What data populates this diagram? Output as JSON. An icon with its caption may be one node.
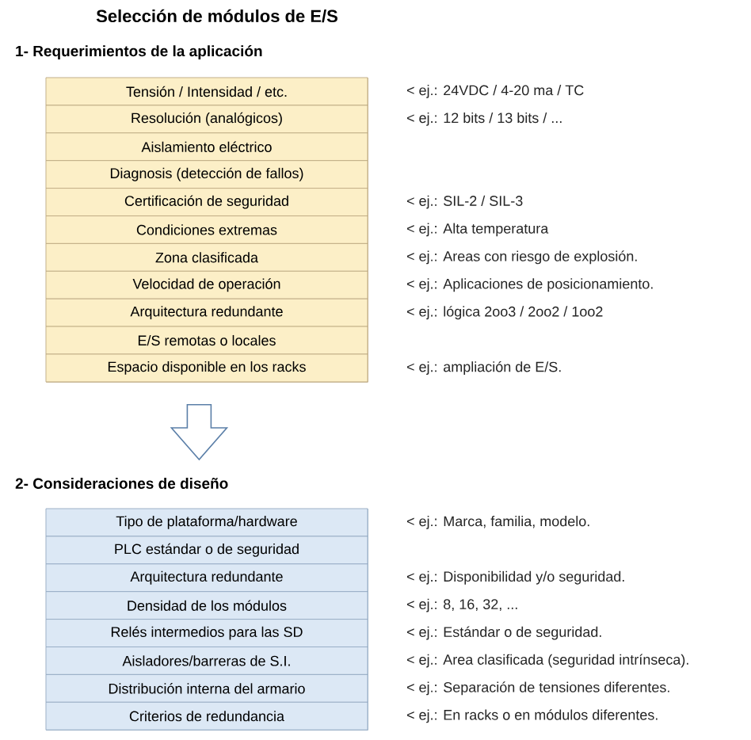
{
  "diagram": {
    "title": "Selección de módulos de E/S",
    "nodes": [
      {
        "text": [
          "1- Requerimientos de la aplicación"
        ]
      },
      {
        "text": [
          "Tensión / Intensidad / etc."
        ],
        "in": 0,
        "beside": [
          "< ej.: 24VDC / 4-20 ma / TC"
        ]
      },
      {
        "text": [
          "Resolución (analógicos)"
        ],
        "in": 0,
        "beside": [
          "< ej.: 12 bits / 13 bits / ..."
        ]
      },
      {
        "text": [
          "Aislamiento eléctrico"
        ],
        "in": 0
      },
      {
        "text": [
          "Diagnosis (detección de fallos)"
        ],
        "in": 0
      },
      {
        "text": [
          "Certificación de seguridad"
        ],
        "in": 0,
        "beside": [
          "< ej.: SIL-2 / SIL-3"
        ]
      },
      {
        "text": [
          "Condiciones extremas"
        ],
        "in": 0,
        "beside": [
          "< ej.: Alta temperatura"
        ]
      },
      {
        "text": [
          "Zona clasificada"
        ],
        "in": 0,
        "beside": [
          "< ej.: Areas con riesgo de explosión."
        ]
      },
      {
        "text": [
          "Velocidad de operación"
        ],
        "in": 0,
        "beside": [
          "< ej.: Aplicaciones de posicionamiento."
        ]
      },
      {
        "text": [
          "Arquitectura redundante"
        ],
        "in": 0,
        "beside": [
          "< ej.: lógica 2oo3 / 2oo2 / 1oo2"
        ]
      },
      {
        "text": [
          "E/S remotas o locales"
        ],
        "in": 0
      },
      {
        "text": [
          "Espacio disponible en los racks"
        ],
        "in": 0,
        "beside": [
          "< ej.: ampliación de E/S."
        ]
      },
      {
        "text": [
          "2- Consideraciones de diseño"
        ]
      },
      {
        "text": [
          "Tipo de plataforma/hardware"
        ],
        "in": 12,
        "beside": [
          "< ej.: Marca, familia, modelo."
        ]
      },
      {
        "text": [
          "PLC estándar o de seguridad"
        ],
        "in": 12
      },
      {
        "text": [
          "Arquitectura redundante"
        ],
        "in": 12,
        "beside": [
          "< ej.: Disponibilidad y/o seguridad."
        ]
      },
      {
        "text": [
          "Densidad de los módulos"
        ],
        "in": 12,
        "beside": [
          "< ej.: 8, 16, 32, ..."
        ]
      },
      {
        "text": [
          "Relés intermedios para las SD"
        ],
        "in": 12,
        "beside": [
          "< ej.: Estándar o de seguridad."
        ]
      },
      {
        "text": [
          "Aisladores/barreras de S.I."
        ],
        "in": 12,
        "beside": [
          "< ej.: Area clasificada (seguridad intrínseca)."
        ]
      },
      {
        "text": [
          "Distribución interna del armario"
        ],
        "in": 12,
        "beside": [
          "< ej.: Separación de tensiones diferentes."
        ]
      },
      {
        "text": [
          "Criterios de redundancia"
        ],
        "in": 12,
        "beside": [
          "< ej.: En racks o en módulos diferentes."
        ]
      }
    ],
    "edges": [
      {
        "from": 0,
        "to": 12,
        "arrow": "to"
      }
    ]
  }
}
